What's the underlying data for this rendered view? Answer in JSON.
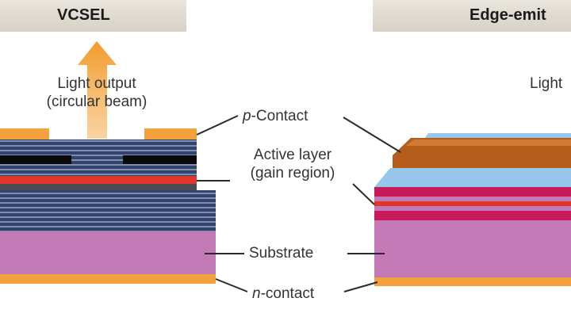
{
  "headers": {
    "left": "VCSEL",
    "right": "Edge-emit"
  },
  "labels": {
    "light_output_line1": "Light output",
    "light_output_line2": "(circular beam)",
    "light_right": "Light",
    "p_contact_prefix": "p",
    "p_contact_suffix": "-Contact",
    "active_line1": "Active layer",
    "active_line2": "(gain region)",
    "substrate": "Substrate",
    "n_contact_prefix": "n",
    "n_contact_suffix": "-contact"
  },
  "colors": {
    "substrate": "#c57ab8",
    "contact": "#f2a13c",
    "mirror_dark": "#34436b",
    "mirror_light": "#7e8fb4",
    "active_red": "#e0352b",
    "black_layer": "#0a0a0a",
    "edge_red": "#c8195a",
    "edge_blue": "#96c6ea",
    "edge_copper": "#b55d1c",
    "arrow": "#f5a94a"
  }
}
